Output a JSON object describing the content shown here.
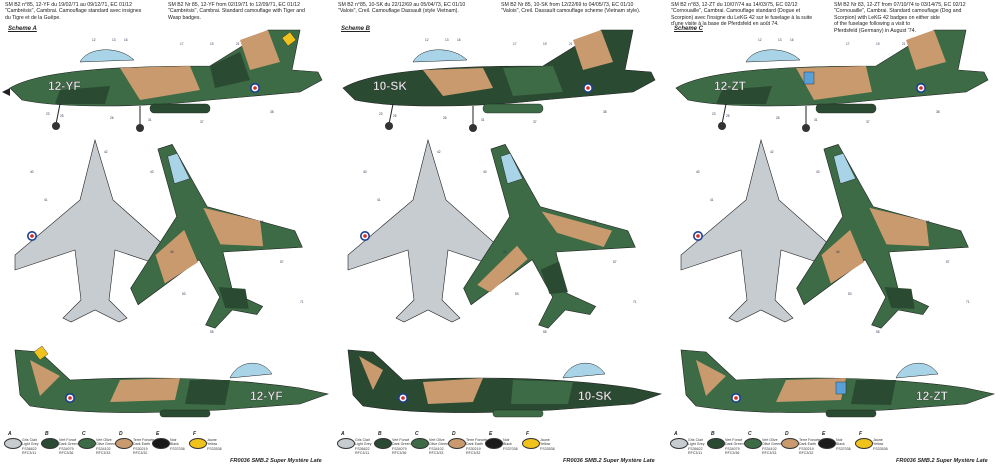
{
  "colors": {
    "green": "#3c6b45",
    "dark_green": "#2b4a32",
    "tan": "#c89a6e",
    "grey_under": "#c7ccd0",
    "black": "#1a1a1a",
    "yellow": "#f0c21c",
    "canopy": "#a9d4e8",
    "roundel_blue": "#1d3e8f",
    "roundel_red": "#d22a2a"
  },
  "columns": [
    {
      "caption_lines": [
        "SM B2 n°85, 12-YF du 19/02/71 au 09/12/71, EC 01/12",
        "\"Cambrésis\", Cambrai. Camouflage standard avec insignes",
        "du Tigre et de la Guêpe."
      ],
      "caption_en": [
        "SM B2 Nr 85, 12-YF from 02/19/71 to 12/09/71, EC 01/12",
        "\"Cambrésis\", Cambrai. Standard camouflage with Tiger and",
        "Wasp badges."
      ],
      "scheme": "Scheme A",
      "code": "12-YF",
      "footer": "FR0036 SMB.2 Super Mystère Late"
    },
    {
      "caption_lines": [
        "SM B2 n°85, 10-SK du 22/12/69 au 05/04/73, EC 01/10",
        "\"Valois\", Creil. Camouflage Dassault (style Vietnam)."
      ],
      "caption_en": [
        "SM B2 Nr 85, 10-SK from 12/22/69 to 04/05/73, EC 01/10",
        "\"Valois\", Creil. Dassault camouflage scheme (Vietnam style)."
      ],
      "scheme": "Scheme B",
      "code": "10-SK",
      "footer": "FR0036 SMB.2 Super Mystère Late"
    },
    {
      "caption_lines": [
        "SM B2 n°83, 12-ZT du 10/07/74 au 14/03/75, EC 02/12",
        "\"Cornouaille\", Cambrai. Camouflage standard (Dogue et",
        "Scorpion) avec l'insigne du LeKG 42 sur le fuselage à la suite",
        "d'une visite à la base de Pferdsfeld en août 74."
      ],
      "caption_en": [
        "SM B2 Nr 83, 12-ZT from 07/10/74 to 03/14/75, EC 02/12",
        "\"Cornouaille\", Cambrai. Standard camouflage (Dog and",
        "Scorpion) with LeKG 42 badges on either side",
        "of the fuselage following a visit to",
        "Pferdsfeld (Germany) in August '74."
      ],
      "scheme": "Scheme C",
      "code": "12-ZT",
      "footer": "FR0036 SMB.2 Super Mystère Late"
    }
  ],
  "legend": [
    {
      "letter": "A",
      "fr": "Gris Clair",
      "en": "Light Grey",
      "ref": "FS36622",
      "extra": "RFC3/11"
    },
    {
      "letter": "B",
      "fr": "Vert Foncé",
      "en": "Dark Green",
      "ref": "FS34079",
      "extra": "RFC3/36"
    },
    {
      "letter": "C",
      "fr": "Vert Olive",
      "en": "Olive Green",
      "ref": "FS34102",
      "extra": "RFC3/33"
    },
    {
      "letter": "D",
      "fr": "Terre Foncée",
      "en": "Dark Earth",
      "ref": "FS30219",
      "extra": "RFC3/32"
    },
    {
      "letter": "E",
      "fr": "Noir",
      "en": "Black",
      "ref": "FS37038",
      "extra": ""
    },
    {
      "letter": "F",
      "fr": "Jaune",
      "en": "Yellow",
      "ref": "FS33538",
      "extra": ""
    }
  ],
  "callouts": [
    "12",
    "13",
    "16",
    "17",
    "19",
    "21",
    "23",
    "25",
    "26",
    "31",
    "37",
    "38",
    "40",
    "41",
    "42",
    "43",
    "44",
    "53",
    "55",
    "56",
    "57",
    "71"
  ]
}
